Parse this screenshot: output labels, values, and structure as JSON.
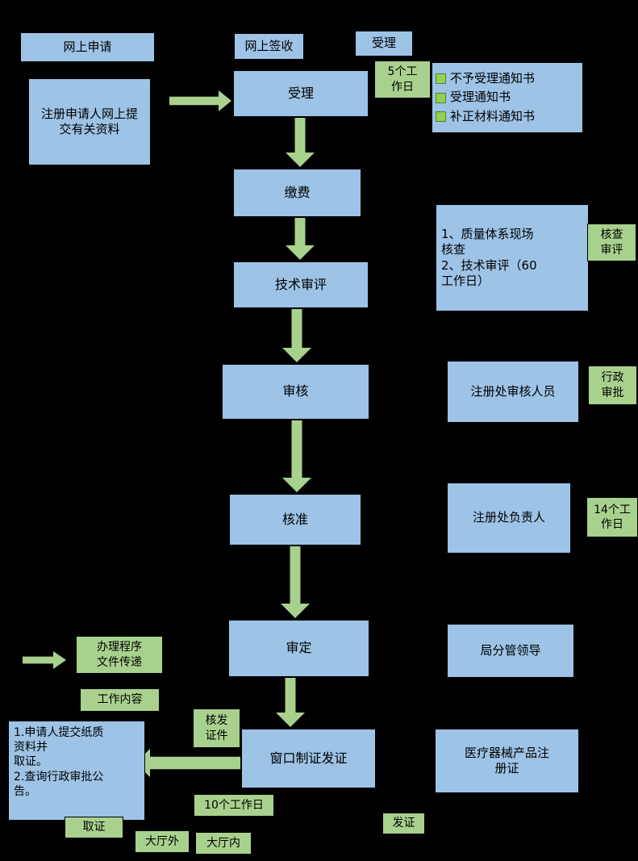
{
  "colors": {
    "background": "#000000",
    "box_blue": "#9DC3E6",
    "label_green": "#A9D18E",
    "checkbox_green": "#92D050",
    "text": "#000000"
  },
  "icons": {
    "checkbox": "green-square"
  },
  "nodes": {
    "online_apply": "网上申请",
    "online_sign": "网上签收",
    "accept_tag": "受理",
    "applicant_submit": "注册申请人网上提\n交有关资料",
    "accept": "受理",
    "days5": "5个工\n作日",
    "notices": [
      "不予受理通知书",
      "受理通知书",
      "补正材料通知书"
    ],
    "pay": "缴费",
    "tech_review": "技术审评",
    "tech_note": "1、质量体系现场\n核查\n2、技术审评（60\n工作日）",
    "check_review": "核查\n审评",
    "audit": "审核",
    "audit_staff": "注册处审核人员",
    "admin_approval": "行政\n审批",
    "approve": "核准",
    "approve_head": "注册处负责人",
    "days14": "14个工\n作日",
    "final_decision": "审定",
    "bureau_leader": "局分管领导",
    "issue_window": "窗口制证发证",
    "product_cert": "医疗器械产品注\n册证",
    "issue_cert_label": "核发\n证件",
    "days10": "10个工作日",
    "issue_tag": "发证",
    "paper_submit": "1.申请人提交纸质\n资料并\n取证。\n2.查询行政审批公\n告。",
    "get_cert": "取证",
    "hall_outside": "大厅外",
    "hall_inside": "大厅内",
    "legend_flow": "办理程序\n文件传递",
    "legend_work": "工作内容"
  }
}
